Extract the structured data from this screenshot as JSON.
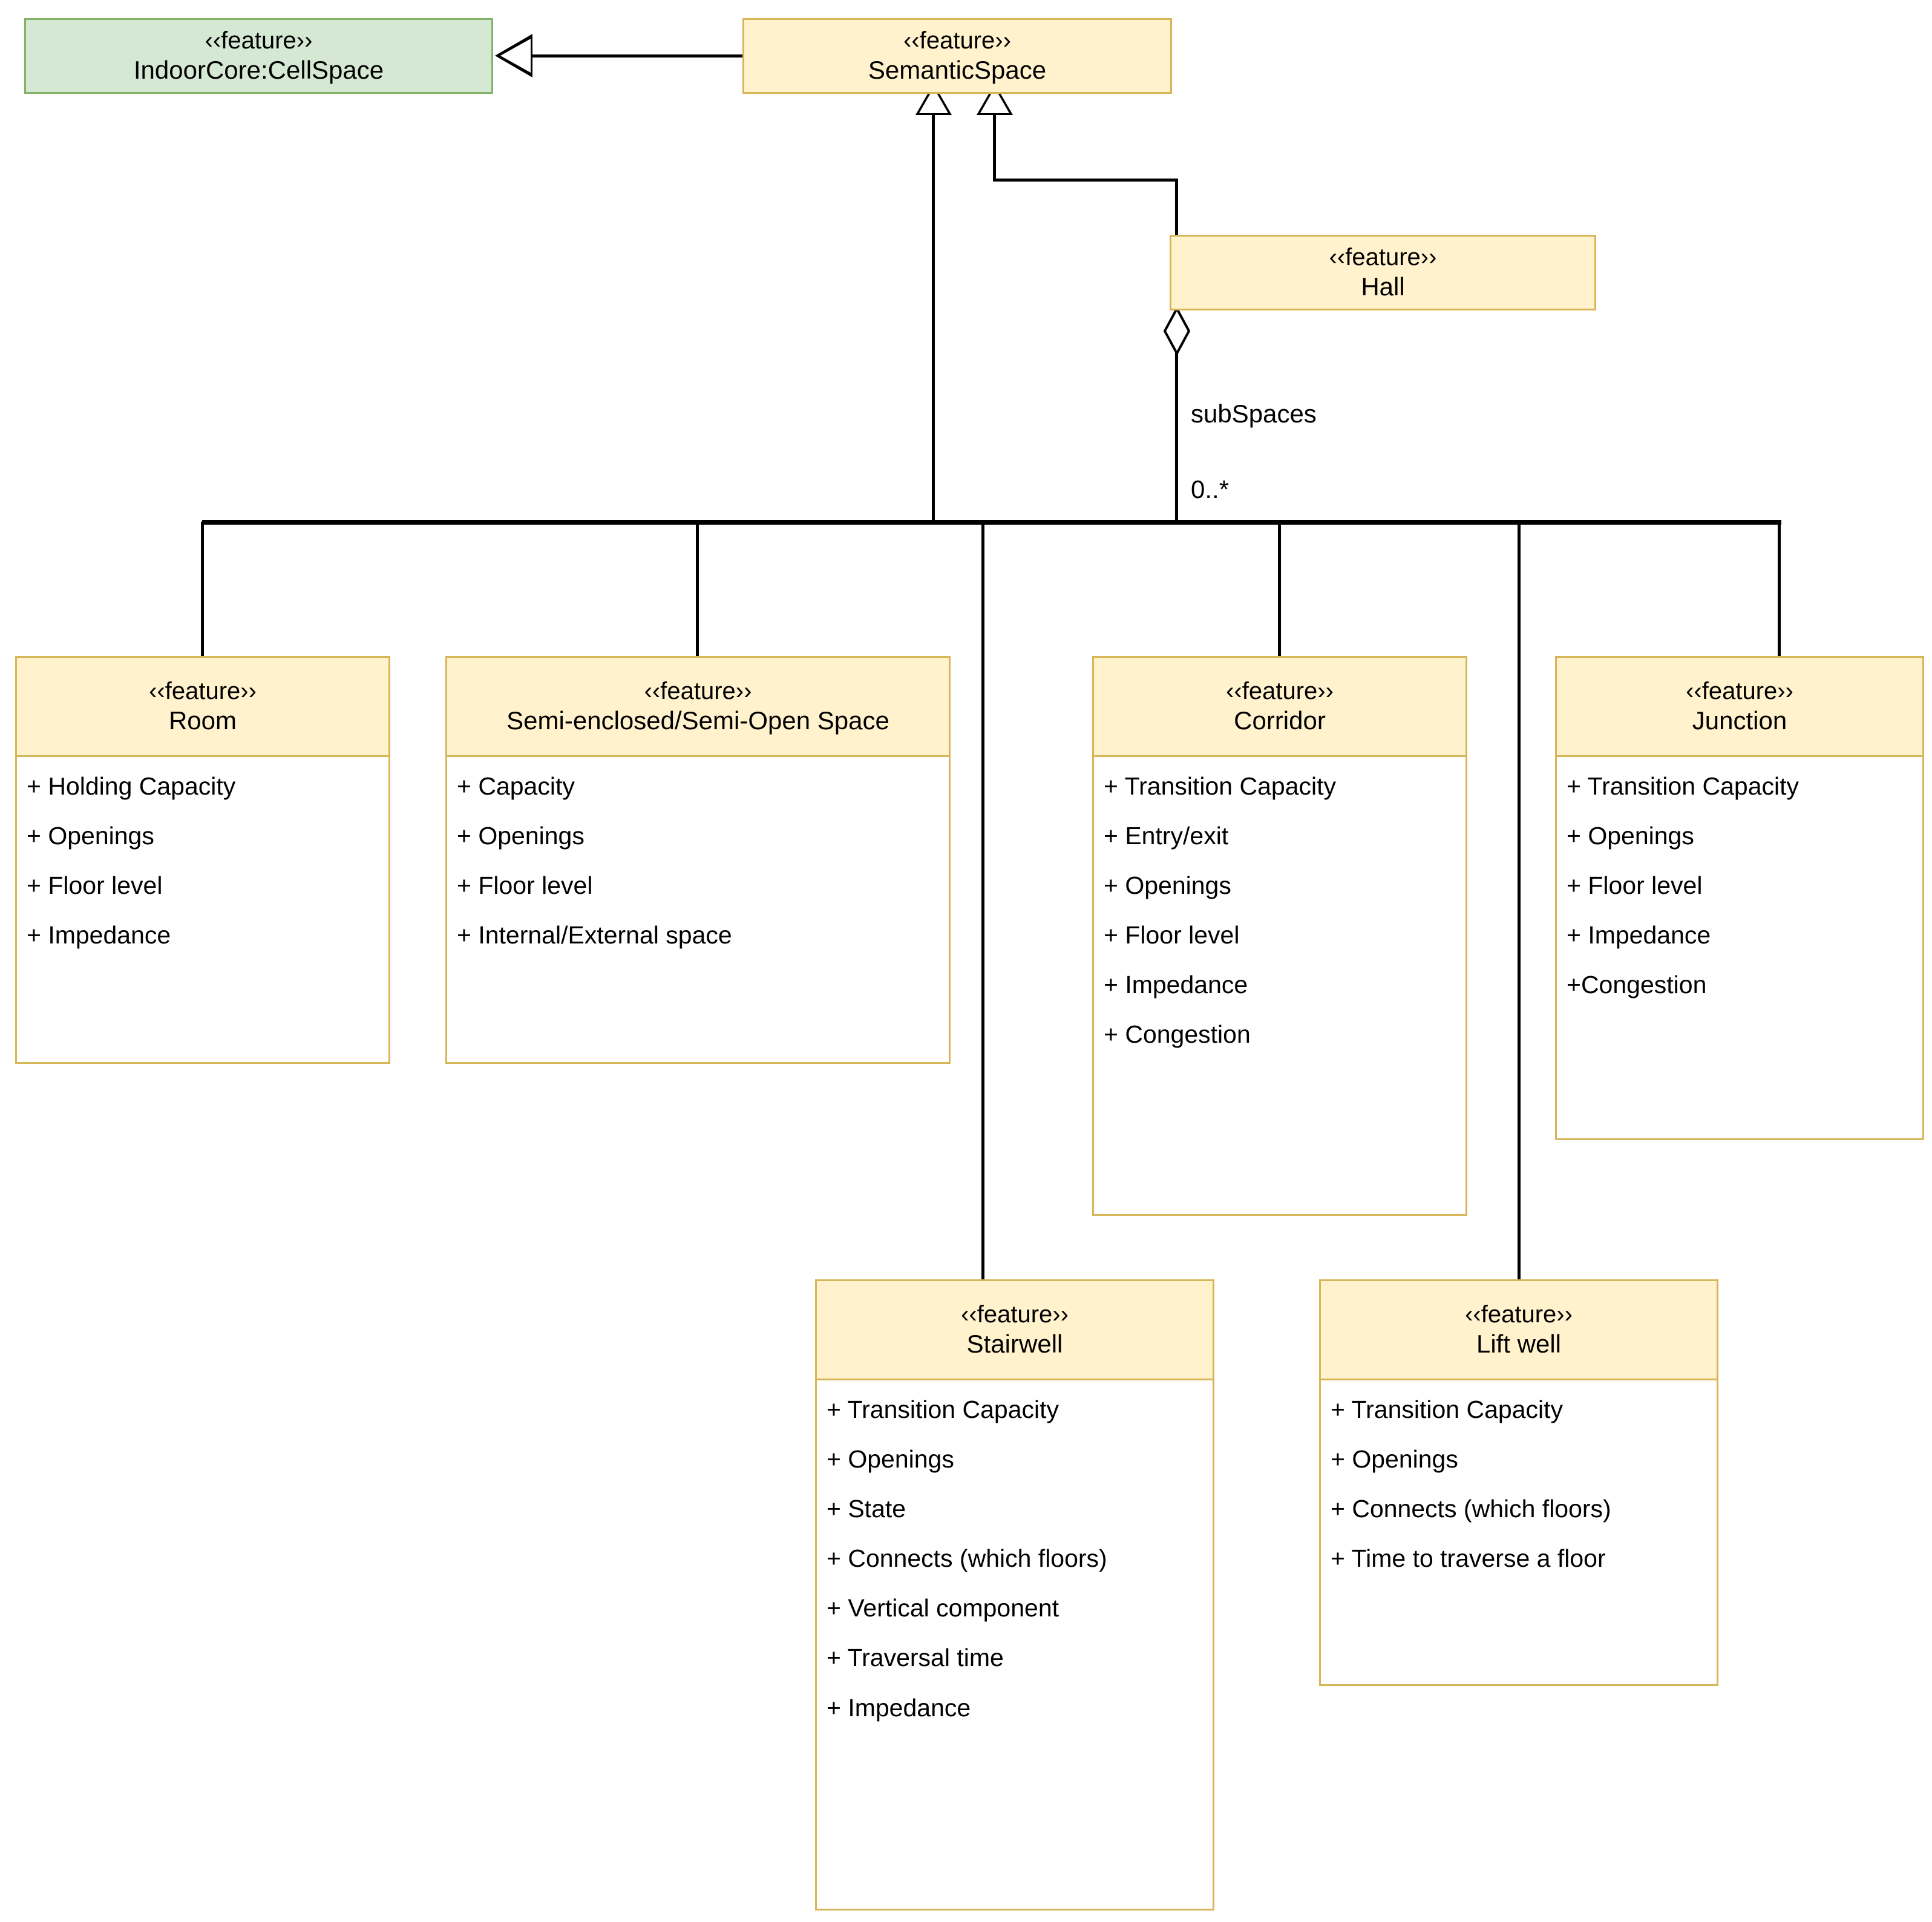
{
  "diagram": {
    "title": "Indoor Semantic Space UML class diagram",
    "stereotype": "‹‹feature››",
    "colors": {
      "class_fill": "#fff2cc",
      "class_border": "#d6b656",
      "external_fill": "#d5e8d4",
      "external_border": "#82b366",
      "line": "#000000",
      "body_fill": "#ffffff"
    }
  },
  "classes": {
    "cellspace": {
      "stereotype": "‹‹feature››",
      "name": "IndoorCore:CellSpace",
      "attributes": []
    },
    "semanticspace": {
      "stereotype": "‹‹feature››",
      "name": "SemanticSpace",
      "attributes": []
    },
    "hall": {
      "stereotype": "‹‹feature››",
      "name": "Hall",
      "attributes": []
    },
    "room": {
      "stereotype": "‹‹feature››",
      "name": "Room",
      "attributes": [
        "+ Holding Capacity",
        "+ Openings",
        "+ Floor level",
        "+ Impedance"
      ]
    },
    "semiopen": {
      "stereotype": "‹‹feature››",
      "name": "Semi-enclosed/Semi-Open Space",
      "attributes": [
        "+ Capacity",
        "+ Openings",
        "+ Floor level",
        "+ Internal/External space"
      ]
    },
    "corridor": {
      "stereotype": "‹‹feature››",
      "name": "Corridor",
      "attributes": [
        "+ Transition Capacity",
        "+ Entry/exit",
        "+ Openings",
        "+ Floor level",
        "+ Impedance",
        "+ Congestion"
      ]
    },
    "junction": {
      "stereotype": "‹‹feature››",
      "name": "Junction",
      "attributes": [
        "+ Transition Capacity",
        "+ Openings",
        "+ Floor level",
        "+ Impedance",
        "+Congestion"
      ]
    },
    "stairwell": {
      "stereotype": "‹‹feature››",
      "name": "Stairwell",
      "attributes": [
        "+ Transition Capacity",
        "+ Openings",
        "+ State",
        "+ Connects (which floors)",
        "+ Vertical component",
        "+ Traversal time",
        "+ Impedance"
      ]
    },
    "liftwell": {
      "stereotype": "‹‹feature››",
      "name": "Lift well",
      "attributes": [
        "+ Transition Capacity",
        "+ Openings",
        "+ Connects (which floors)",
        "+ Time to traverse a floor"
      ]
    }
  },
  "edges": {
    "aggregation_role": "subSpaces",
    "aggregation_multiplicity": "0..*"
  }
}
